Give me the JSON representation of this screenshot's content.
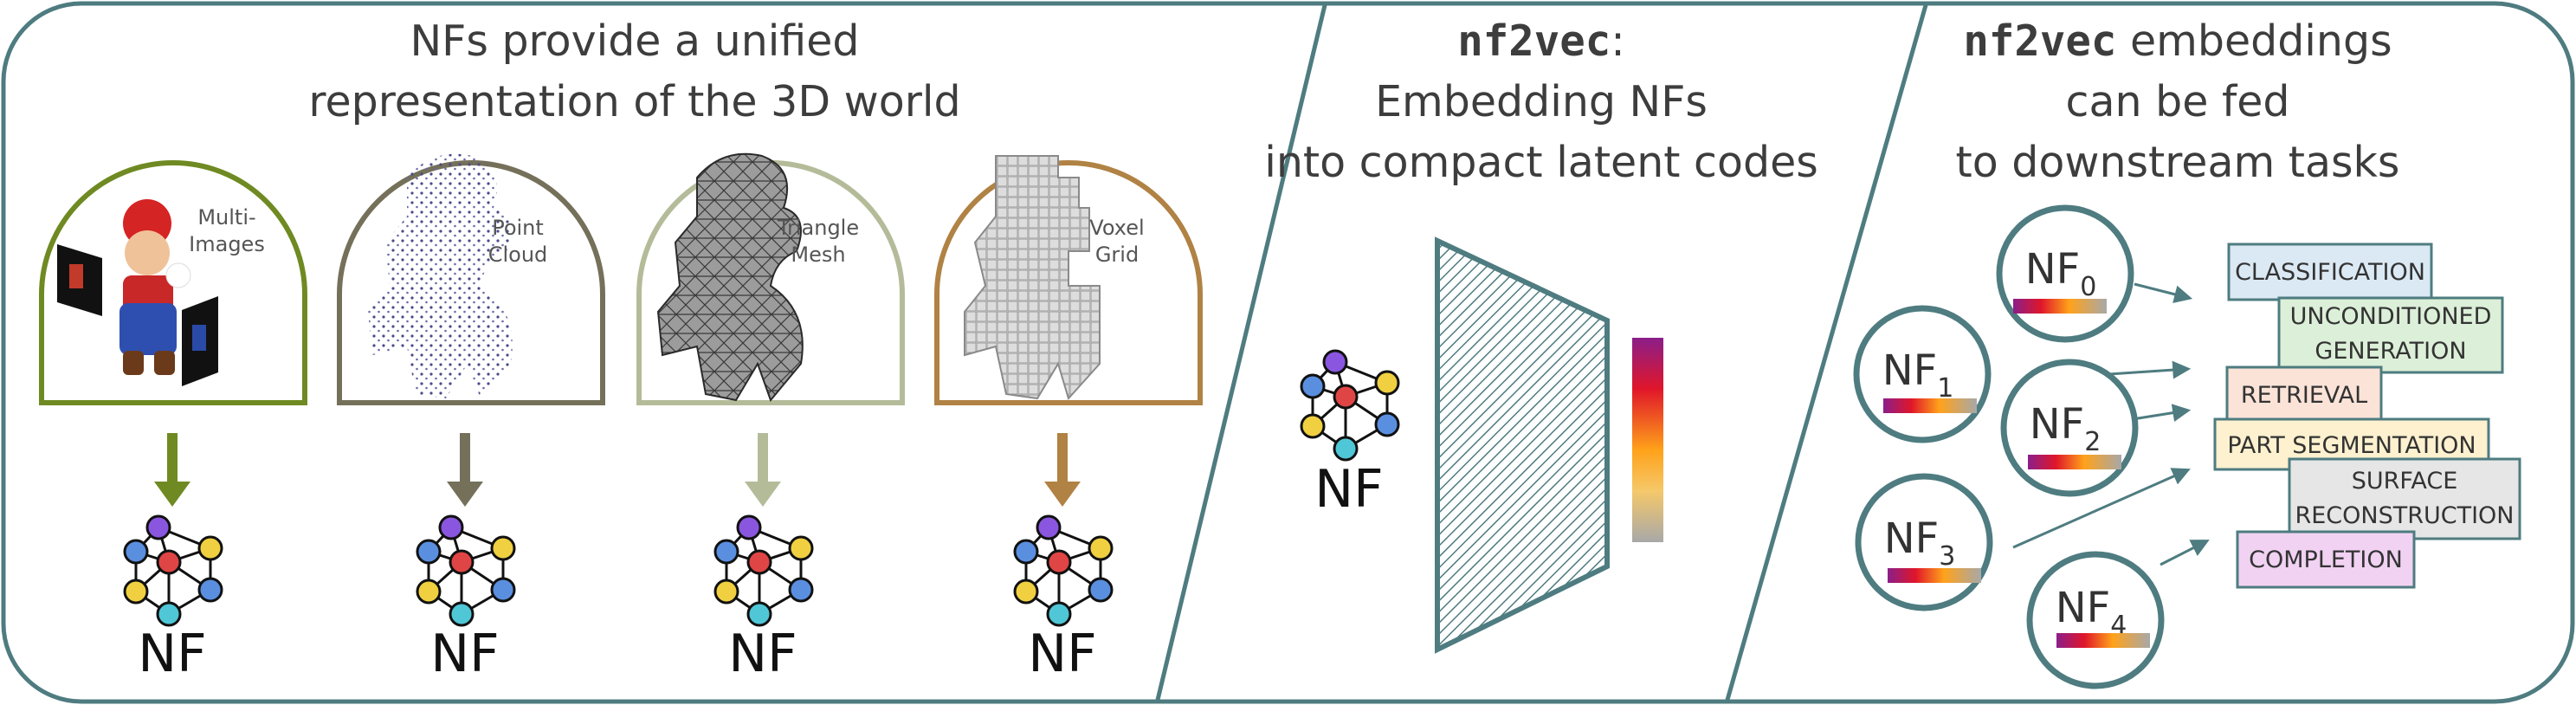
{
  "panels": {
    "left_title": [
      "NFs provide a unified",
      "representation of the 3D world"
    ],
    "middle_title": {
      "line1_mono": "nf2vec",
      "line1_rest": ":",
      "line2": "Embedding NFs",
      "line3": "into compact latent codes"
    },
    "right_title": {
      "line1_mono": "nf2vec",
      "line1_rest": " embeddings",
      "line2": "can be fed",
      "line3": "to downstream tasks"
    }
  },
  "modalities": [
    {
      "label_lines": [
        "Multi-",
        "Images"
      ],
      "color": "#6f8a22"
    },
    {
      "label_lines": [
        "Point",
        "Cloud"
      ],
      "color": "#74705a"
    },
    {
      "label_lines": [
        "Triangle",
        "Mesh"
      ],
      "color": "#b4bb99"
    },
    {
      "label_lines": [
        "Voxel",
        "Grid"
      ],
      "color": "#b08244"
    }
  ],
  "nf_label": "NF",
  "encoder_nf_label": "NF",
  "nf_nodes": [
    {
      "base": "NF",
      "sub": "0"
    },
    {
      "base": "NF",
      "sub": "1"
    },
    {
      "base": "NF",
      "sub": "2"
    },
    {
      "base": "NF",
      "sub": "3"
    },
    {
      "base": "NF",
      "sub": "4"
    }
  ],
  "tasks": [
    {
      "lines": [
        "CLASSIFICATION"
      ],
      "fill": "#dbe9f4"
    },
    {
      "lines": [
        "UNCONDITIONED",
        "GENERATION"
      ],
      "fill": "#dcefd8"
    },
    {
      "lines": [
        "RETRIEVAL"
      ],
      "fill": "#fbe3d7"
    },
    {
      "lines": [
        "PART SEGMENTATION"
      ],
      "fill": "#fdf1cf"
    },
    {
      "lines": [
        "SURFACE",
        "RECONSTRUCTION"
      ],
      "fill": "#e6e6e6"
    },
    {
      "lines": [
        "COMPLETION"
      ],
      "fill": "#f1d2f2"
    }
  ],
  "colors": {
    "frame": "#4e7c80",
    "network_nodes": [
      "#5a8fe0",
      "#8a56e0",
      "#e04545",
      "#f0d040",
      "#f0d040",
      "#4fc7d6"
    ]
  }
}
